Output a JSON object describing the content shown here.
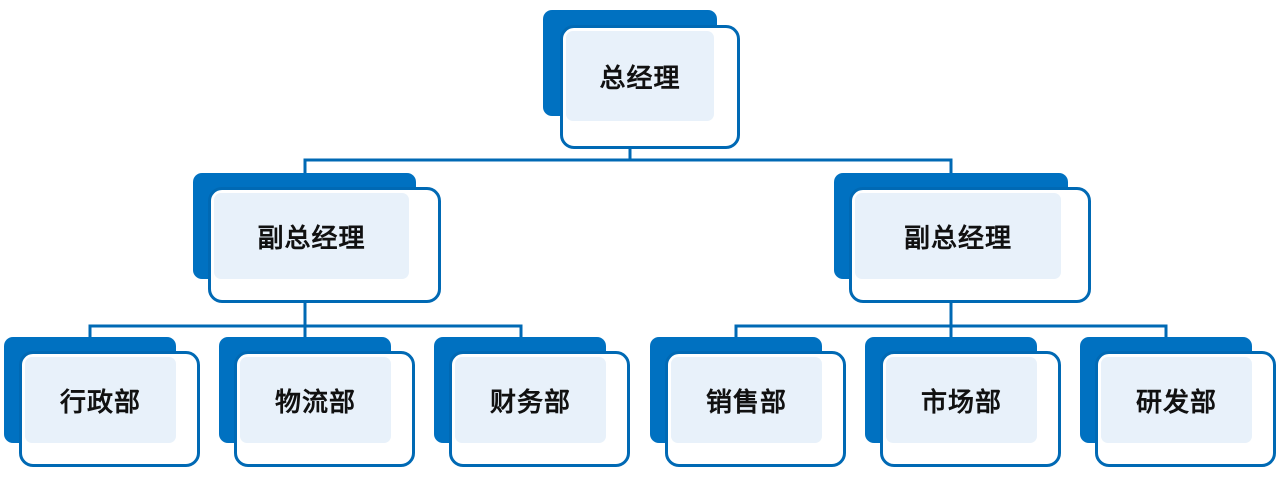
{
  "colors": {
    "back_fill": "#0071c1",
    "front_border": "#0069b4",
    "inner_fill": "#e8f1fa",
    "connector": "#0069b4"
  },
  "org": {
    "root": {
      "label": "总经理"
    },
    "deputies": [
      {
        "label": "副总经理",
        "departments": [
          {
            "label": "行政部"
          },
          {
            "label": "物流部"
          },
          {
            "label": "财务部"
          }
        ]
      },
      {
        "label": "副总经理",
        "departments": [
          {
            "label": "销售部"
          },
          {
            "label": "市场部"
          },
          {
            "label": "研发部"
          }
        ]
      }
    ]
  }
}
